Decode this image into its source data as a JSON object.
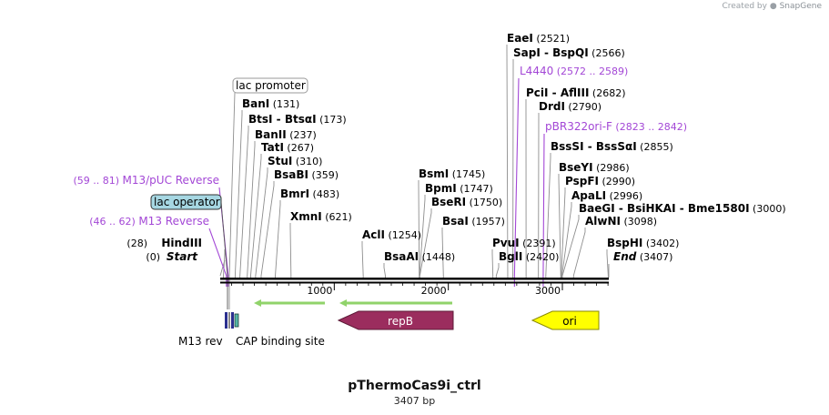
{
  "credit": {
    "prefix": "Created by",
    "brand": "SnapGene"
  },
  "plasmid": {
    "name": "pThermoCas9i_ctrl",
    "length_label": "3407 bp",
    "length": 3407
  },
  "ruler_ticks": [
    {
      "pos": 1000,
      "label": "1000"
    },
    {
      "pos": 2000,
      "label": "2000"
    },
    {
      "pos": 3000,
      "label": "3000"
    }
  ],
  "sites": [
    {
      "name": "BanI",
      "pos_label": "(131)",
      "pos": 131,
      "row": 0
    },
    {
      "name": "BtsI",
      "name2": "BtsαI",
      "pos_label": "(173)",
      "pos": 173,
      "row": 1
    },
    {
      "name": "BanII",
      "pos_label": "(237)",
      "pos": 237,
      "row": 2
    },
    {
      "name": "TatI",
      "pos_label": "(267)",
      "pos": 267,
      "row": 3
    },
    {
      "name": "StuI",
      "pos_label": "(310)",
      "pos": 310,
      "row": 4
    },
    {
      "name": "BsaBI",
      "pos_label": "(359)",
      "pos": 359,
      "row": 5
    },
    {
      "name": "BmrI",
      "pos_label": "(483)",
      "pos": 483,
      "row": 6
    },
    {
      "name": "XmnI",
      "pos_label": "(621)",
      "pos": 621,
      "row": 7
    },
    {
      "name": "AclI",
      "pos_label": "(1254)",
      "pos": 1254,
      "row": 8
    },
    {
      "name": "BsaAI",
      "pos_label": "(1448)",
      "pos": 1448,
      "row": 9
    },
    {
      "name": "BsmI",
      "pos_label": "(1745)",
      "pos": 1745,
      "row": 10
    },
    {
      "name": "BpmI",
      "pos_label": "(1747)",
      "pos": 1747,
      "row": 11
    },
    {
      "name": "BseRI",
      "pos_label": "(1750)",
      "pos": 1750,
      "row": 12
    },
    {
      "name": "BsaI",
      "pos_label": "(1957)",
      "pos": 1957,
      "row": 13
    },
    {
      "name": "PvuI",
      "pos_label": "(2391)",
      "pos": 2391,
      "row": 14
    },
    {
      "name": "BglI",
      "pos_label": "(2420)",
      "pos": 2420,
      "row": 15
    },
    {
      "name": "EaeI",
      "pos_label": "(2521)",
      "pos": 2521,
      "row": 16
    },
    {
      "name": "SapI",
      "name2": "BspQI",
      "pos_label": "(2566)",
      "pos": 2566,
      "row": 17
    },
    {
      "name": "PciI",
      "name2": "AflIII",
      "pos_label": "(2682)",
      "pos": 2682,
      "row": 18
    },
    {
      "name": "DrdI",
      "pos_label": "(2790)",
      "pos": 2790,
      "row": 19
    },
    {
      "name": "BssSI",
      "name2": "BssSαI",
      "pos_label": "(2855)",
      "pos": 2855,
      "row": 20
    },
    {
      "name": "BseYI",
      "pos_label": "(2986)",
      "pos": 2986,
      "row": 21
    },
    {
      "name": "PspFI",
      "pos_label": "(2990)",
      "pos": 2990,
      "row": 22
    },
    {
      "name": "ApaLI",
      "pos_label": "(2996)",
      "pos": 2996,
      "row": 23
    },
    {
      "name": "BaeGI",
      "name2": "BsiHKAI",
      "name3": "Bme1580I",
      "pos_label": "(3000)",
      "pos": 3000,
      "row": 24
    },
    {
      "name": "AlwNI",
      "pos_label": "(3098)",
      "pos": 3098,
      "row": 25
    },
    {
      "name": "BspHI",
      "pos_label": "(3402)",
      "pos": 3402,
      "row": 26
    },
    {
      "name": "HindIII",
      "pos_label": "(28)",
      "pos": 28,
      "row": 27,
      "align": "right"
    }
  ],
  "ends": [
    {
      "name": "Start",
      "pos_label": "(0)",
      "pos": 0,
      "align": "right"
    },
    {
      "name": "End",
      "pos_label": "(3407)",
      "pos": 3407,
      "align": "left"
    }
  ],
  "primers": [
    {
      "name": "M13/pUC Reverse",
      "range_label": "(59 .. 81)",
      "pos": 70,
      "align": "right"
    },
    {
      "name": "M13 Reverse",
      "range_label": "(46 .. 62)",
      "pos": 54,
      "align": "right"
    },
    {
      "name": "L4440",
      "range_label": "(2572 .. 2589)",
      "pos": 2580,
      "align": "left"
    },
    {
      "name": "pBR322ori-F",
      "range_label": "(2823 .. 2842)",
      "pos": 2832,
      "align": "left"
    }
  ],
  "boxed_labels": [
    {
      "name": "lac promoter",
      "style": "white"
    },
    {
      "name": "lac operator",
      "style": "teal"
    }
  ],
  "features": [
    {
      "name": "repB",
      "type": "cds",
      "color": "#9b2d5e",
      "label_color": "#ffffff"
    },
    {
      "name": "ori",
      "type": "origin",
      "color": "#ffff00",
      "label_color": "#000000"
    }
  ],
  "small_features": [
    {
      "name": "M13 rev"
    },
    {
      "name": "CAP binding site"
    }
  ],
  "colors": {
    "primer": "#a347d6",
    "site_text": "#000000",
    "promoter_line": "#ffffff",
    "operator_fill": "#a6d7e2",
    "green_arrow": "#90d36a"
  }
}
